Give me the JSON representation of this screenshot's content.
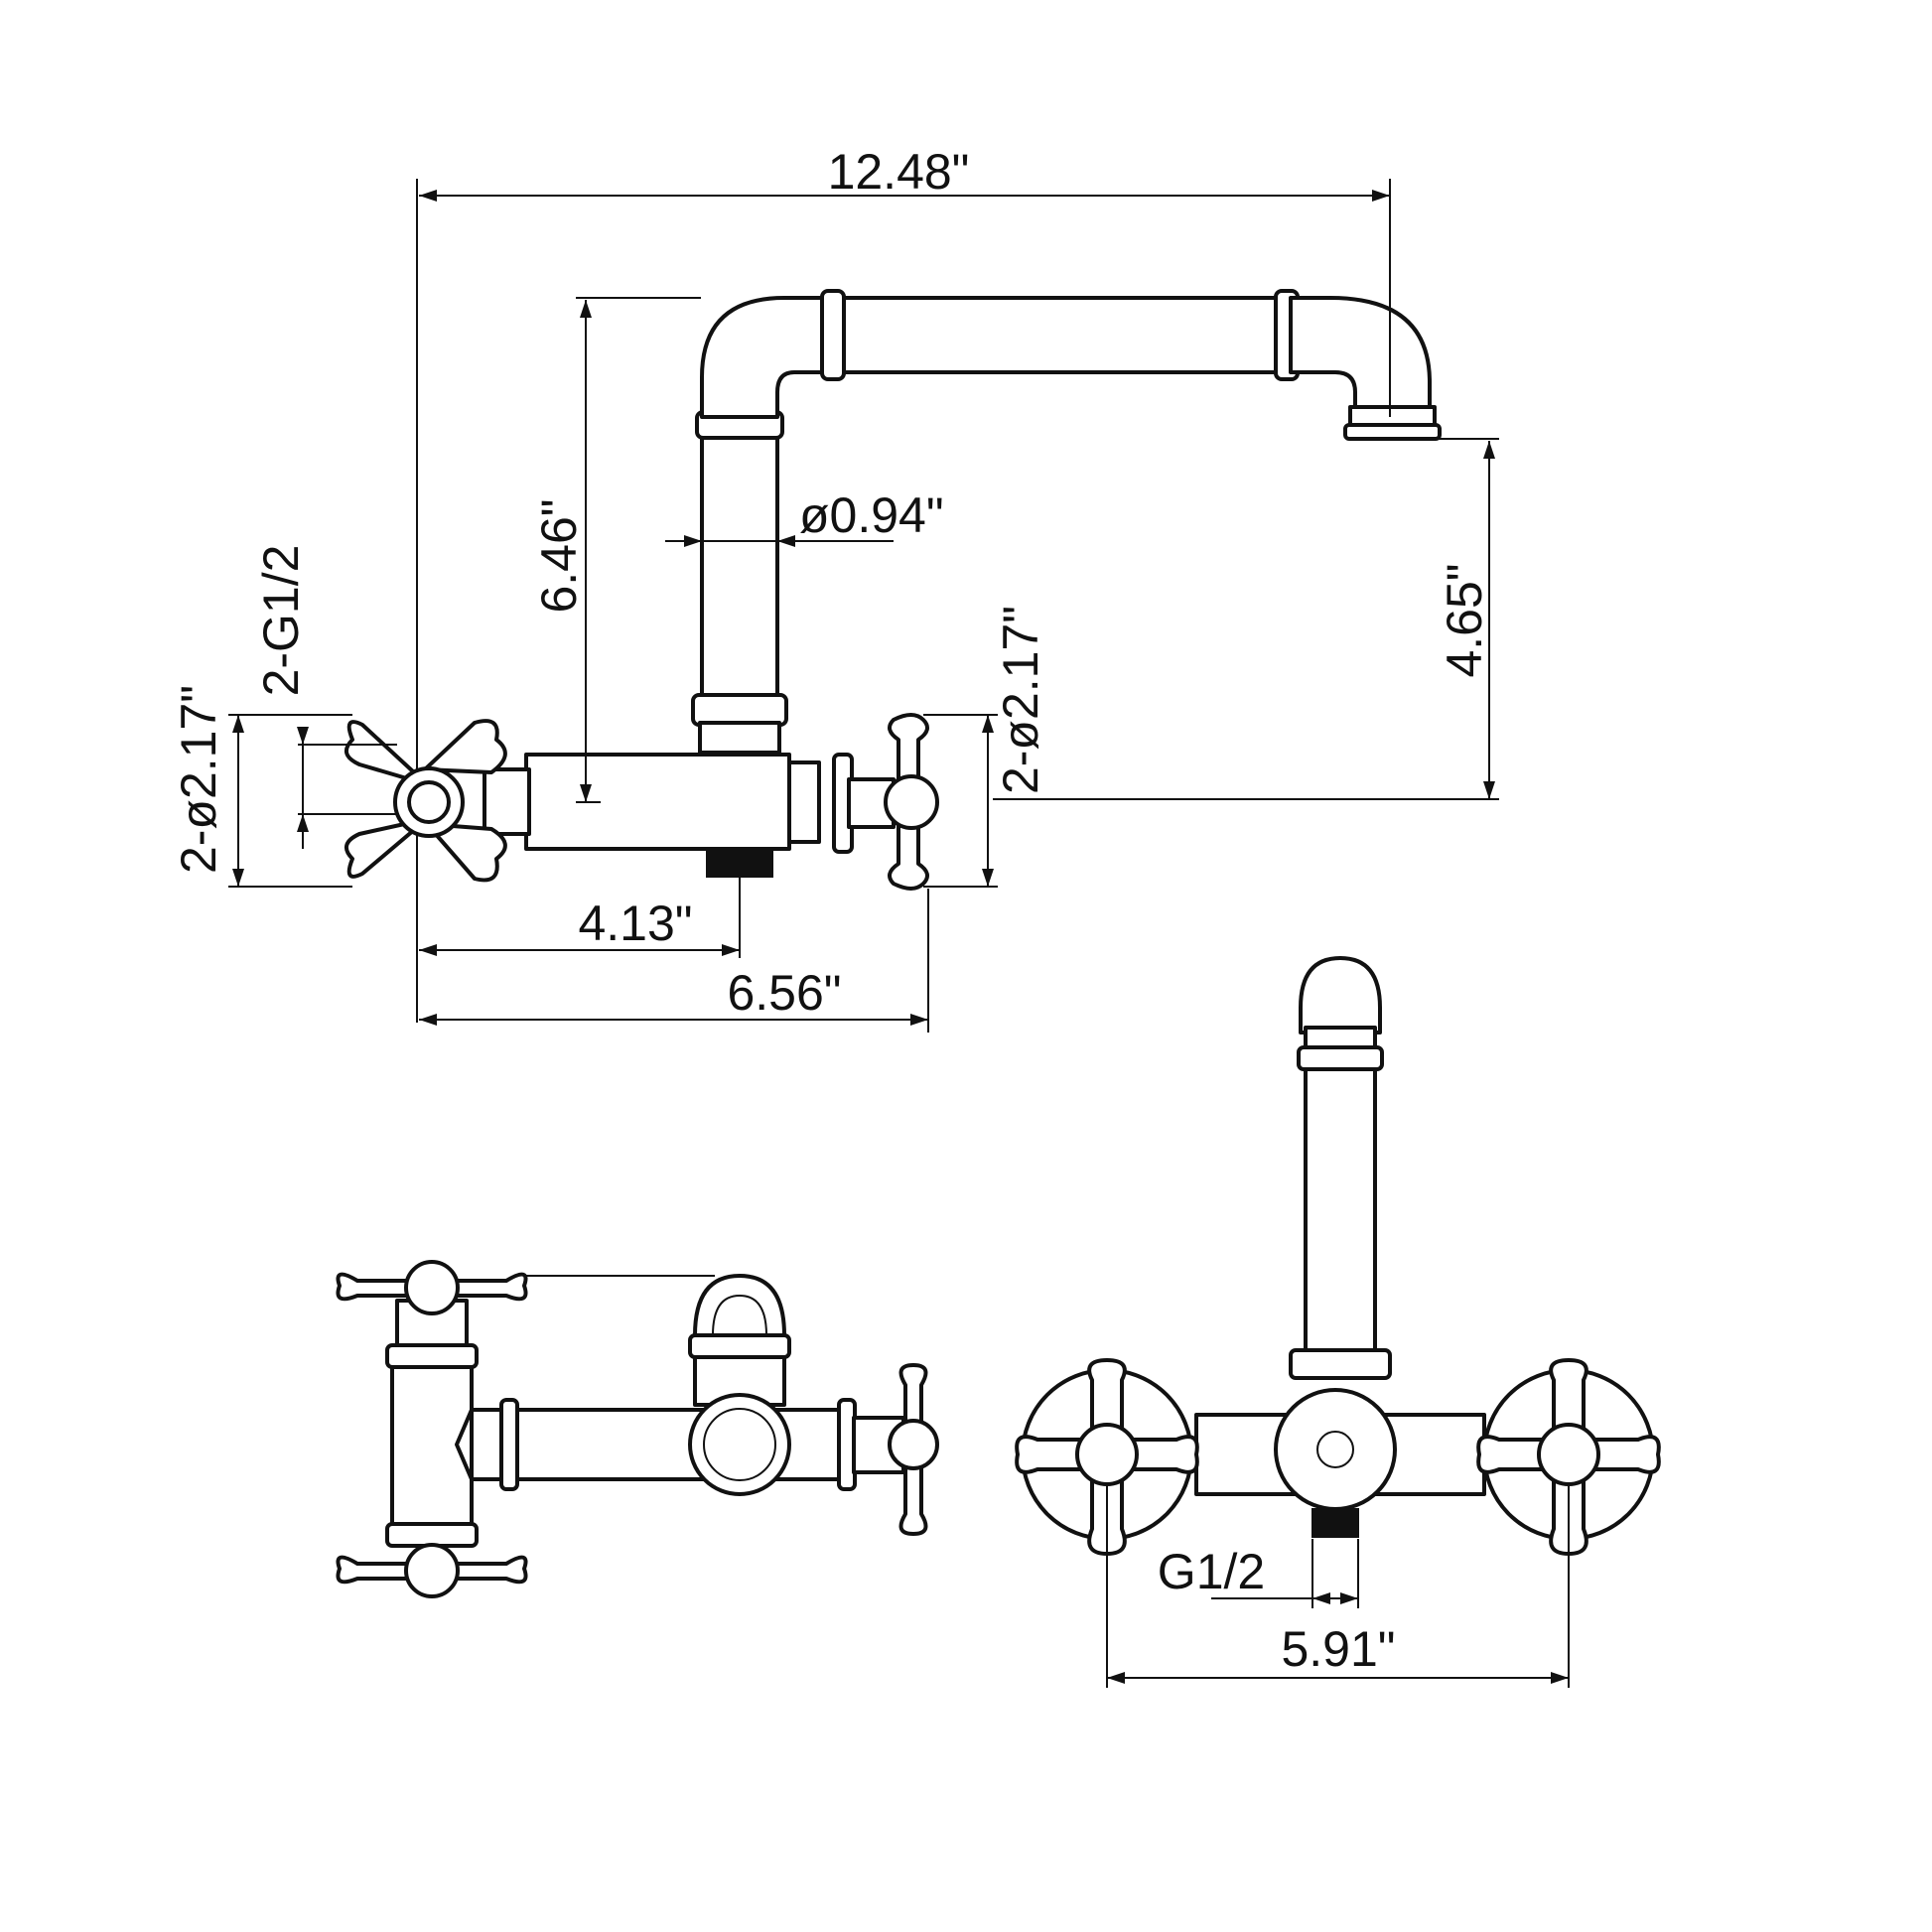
{
  "dimensions": {
    "total_reach": "12.48\"",
    "spout_height": "6.46\"",
    "spout_diameter": "ø0.94\"",
    "spout_clearance": "4.65\"",
    "handle_diameter_left": "2-ø2.17\"",
    "handle_diameter_right": "2-ø2.17\"",
    "inlet_thread_side": "2-G1/2",
    "wall_to_outlet": "4.13\"",
    "wall_to_handle": "6.56\"",
    "outlet_thread": "G1/2",
    "handle_spacing": "5.91\""
  },
  "colors": {
    "line": "#111111",
    "background": "#ffffff"
  }
}
